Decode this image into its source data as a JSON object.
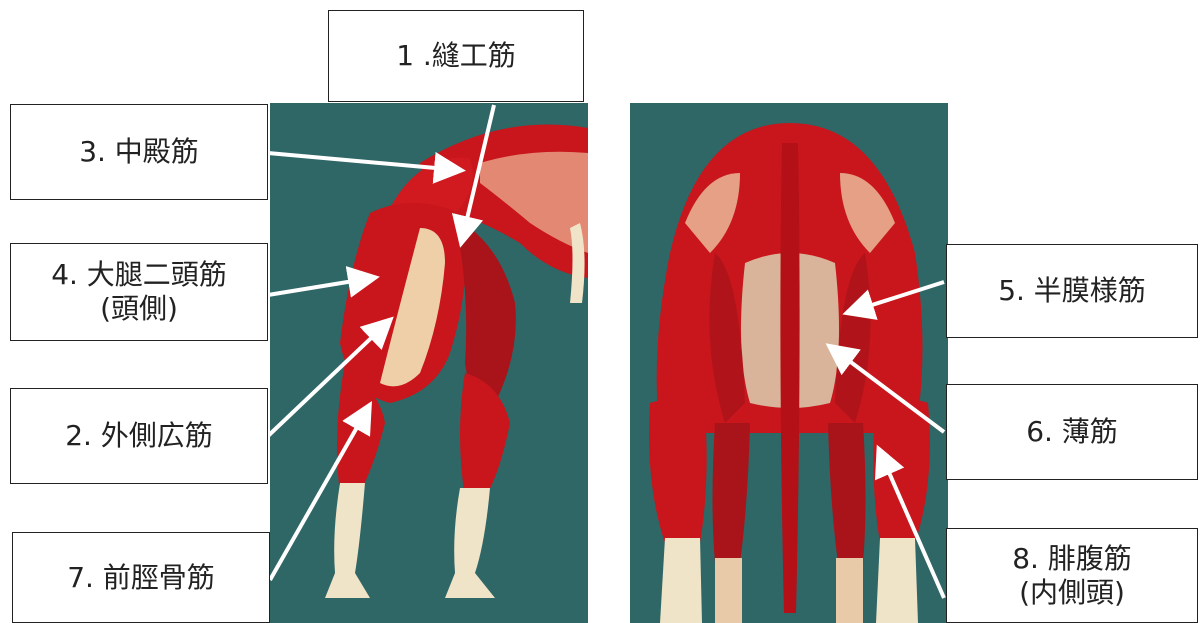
{
  "labels": {
    "sartorius": "1 .縫工筋",
    "vastus_lateralis": "2. 外側広筋",
    "gluteus_medius": "3. 中殿筋",
    "biceps_femoris": "4. 大腿二頭筋\n(頭側)",
    "semimembranosus": "5. 半膜様筋",
    "gracilis": "6. 薄筋",
    "tibialis_cranialis": "7. 前脛骨筋",
    "gastrocnemius": "8. 腓腹筋\n(内側頭)"
  },
  "colors": {
    "background": "#2f6666",
    "muscle": "#c8161c",
    "muscle_dark": "#8e0d10",
    "tendon": "#e8c9a8",
    "bone": "#efe3c8",
    "arrow": "#ffffff"
  }
}
